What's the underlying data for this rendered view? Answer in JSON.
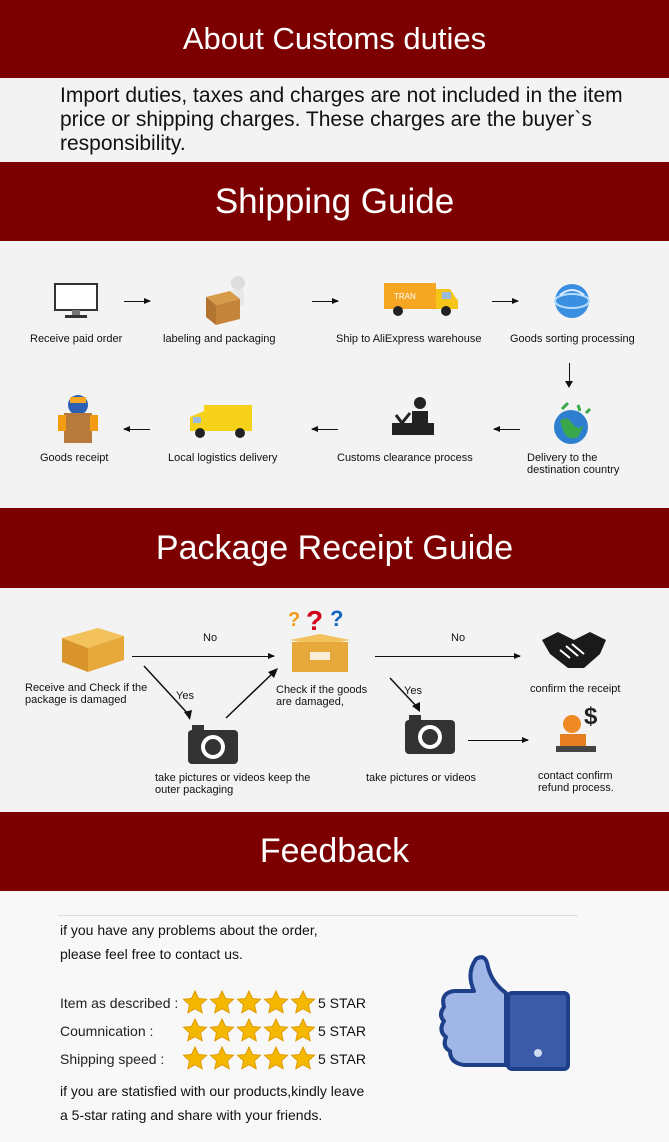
{
  "customs": {
    "title": "About Customs duties",
    "text": "Import duties, taxes and charges are not included in the item price or shipping charges. These charges are the buyer`s responsibility."
  },
  "shipping": {
    "title": "Shipping Guide",
    "steps": [
      "Receive paid order",
      "labeling and packaging",
      "Ship to AliExpress warehouse",
      "Goods sorting processing",
      "Delivery to the destination country",
      "Customs clearance process",
      "Local logistics delivery",
      "Goods receipt"
    ],
    "icons": [
      "monitor-icon",
      "packaging-icon",
      "delivery-truck-icon",
      "globe-icon",
      "earth-icon",
      "customs-officer-icon",
      "van-icon",
      "receipt-box-icon"
    ]
  },
  "receipt": {
    "title": "Package Receipt Guide",
    "check_package": "Receive and Check if the package is damaged",
    "check_goods": "Check if the goods are damaged,",
    "confirm": "confirm the receipt",
    "pictures_keep": "take pictures or videos keep the outer packaging",
    "pictures": "take pictures or videos",
    "refund": "contact  confirm refund process.",
    "no": "No",
    "yes": "Yes"
  },
  "feedback": {
    "title": "Feedback",
    "line1": "if you have any problems about the order,",
    "line2": "please feel free to contact us.",
    "ratings": [
      {
        "label": "Item as described :",
        "value": "5 STAR"
      },
      {
        "label": "Coumnication :",
        "value": "5 STAR"
      },
      {
        "label": "Shipping speed :",
        "value": "5 STAR"
      }
    ],
    "stars": 5,
    "footer1": "if you are statisfied with our products,kindly leave",
    "footer2": "a 5-star rating and share with your friends."
  },
  "colors": {
    "band": "#7c0000",
    "star": "#f5b800"
  }
}
